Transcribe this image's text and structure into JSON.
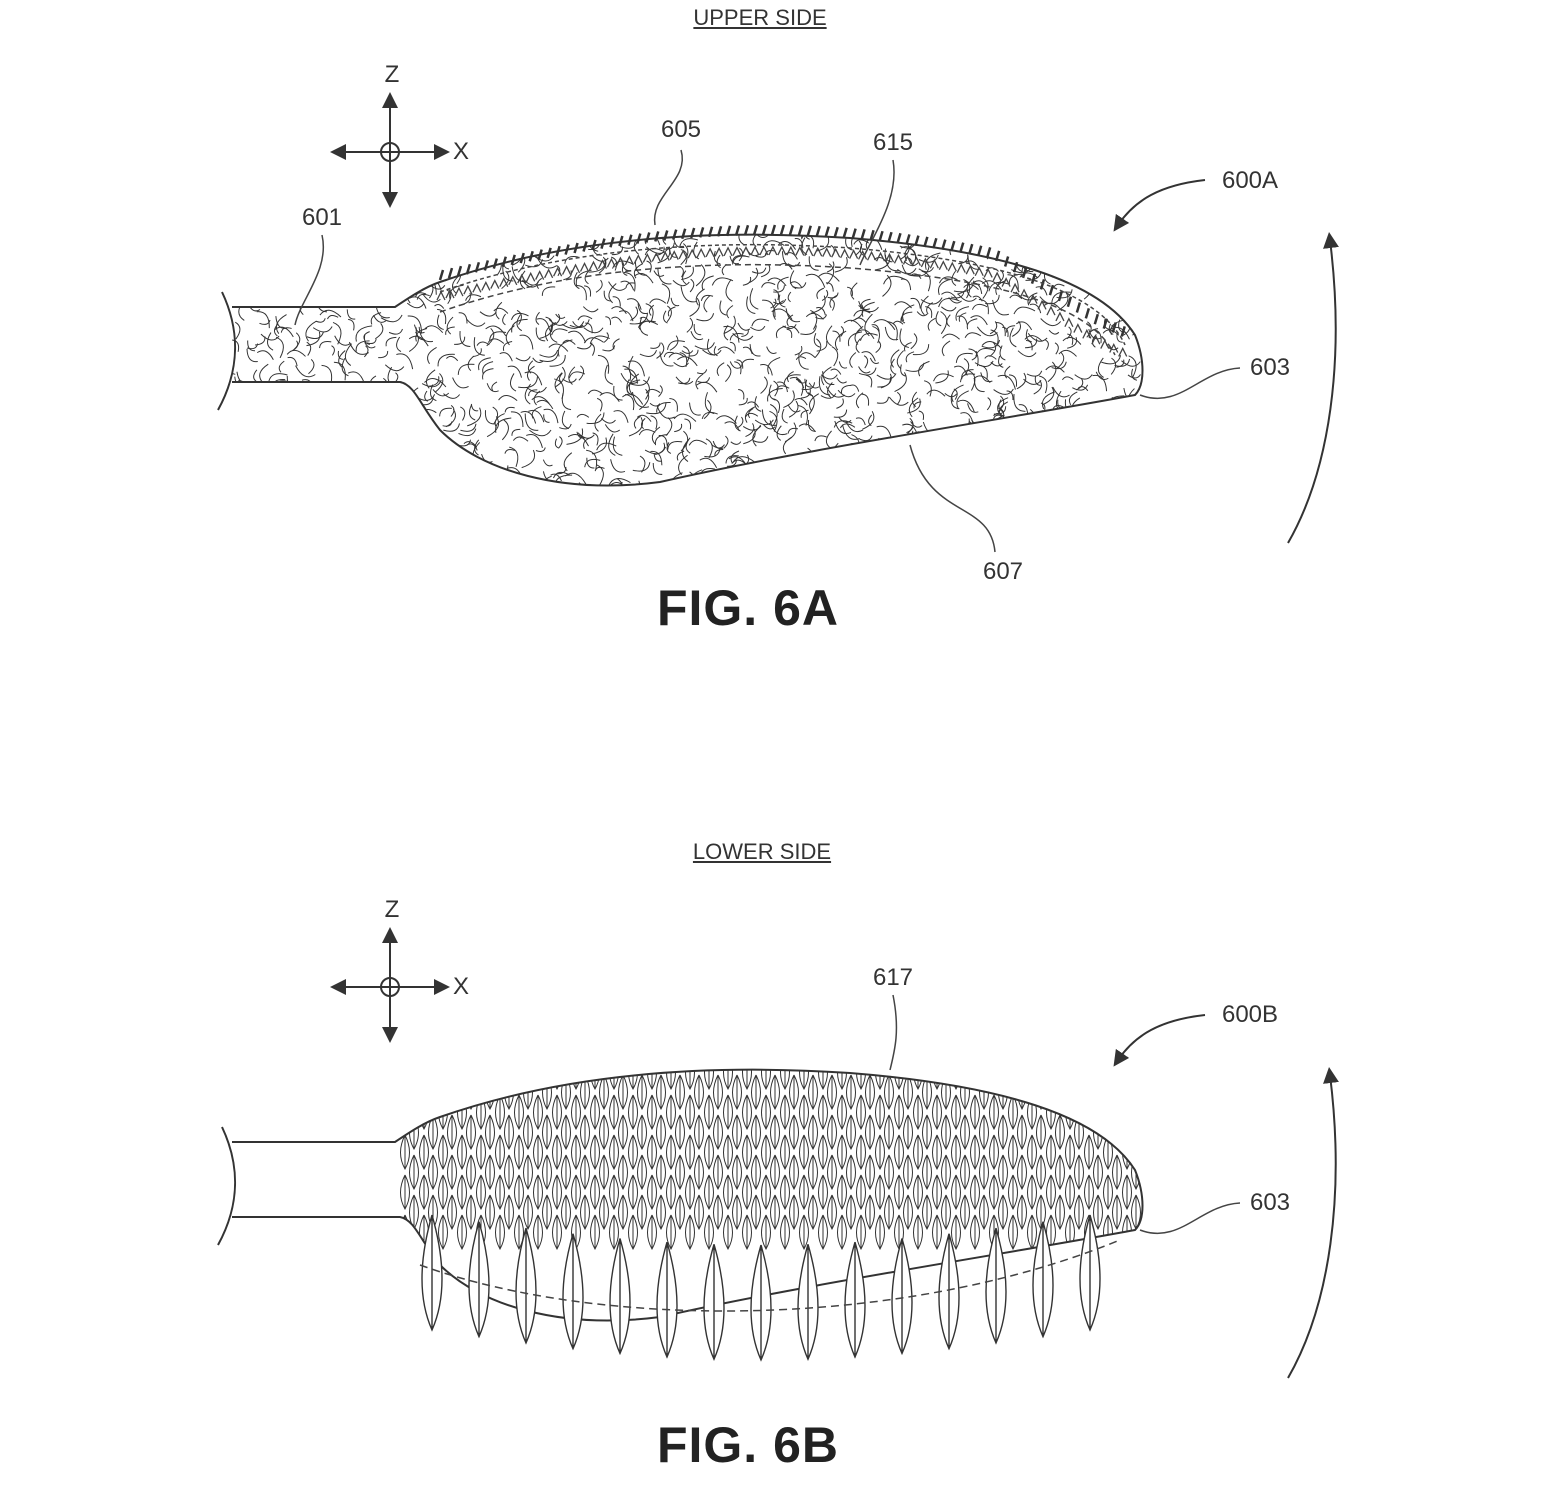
{
  "figure_a": {
    "side_label": "UPPER SIDE",
    "caption": "FIG. 6A",
    "axis": {
      "z": "Z",
      "x": "X"
    },
    "refs": {
      "r605": "605",
      "r615": "615",
      "r600": "600A",
      "r601": "601",
      "r603": "603",
      "r607": "607"
    }
  },
  "figure_b": {
    "side_label": "LOWER SIDE",
    "caption": "FIG. 6B",
    "axis": {
      "z": "Z",
      "x": "X"
    },
    "refs": {
      "r617": "617",
      "r600": "600B",
      "r603": "603"
    }
  }
}
